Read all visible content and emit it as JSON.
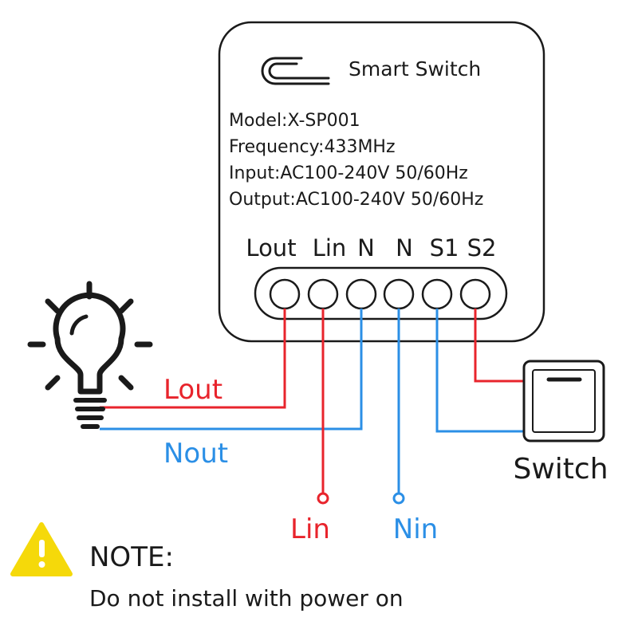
{
  "device": {
    "brand_label": "Smart Switch",
    "specs": [
      "Model:X-SP001",
      "Frequency:433MHz",
      "Input:AC100-240V 50/60Hz",
      "Output:AC100-240V 50/60Hz"
    ],
    "terminals": [
      "Lout",
      "Lin",
      "N",
      "N",
      "S1",
      "S2"
    ]
  },
  "wires": {
    "lout": "Lout",
    "nout": "Nout",
    "lin": "Lin",
    "nin": "Nin"
  },
  "switch_label": "Switch",
  "note": {
    "title": "NOTE:",
    "text": "Do not install with power on"
  },
  "colors": {
    "live": "#e8242c",
    "neutral": "#2b8fe6",
    "outline": "#1a1a1a",
    "warning": "#f5d90a"
  }
}
